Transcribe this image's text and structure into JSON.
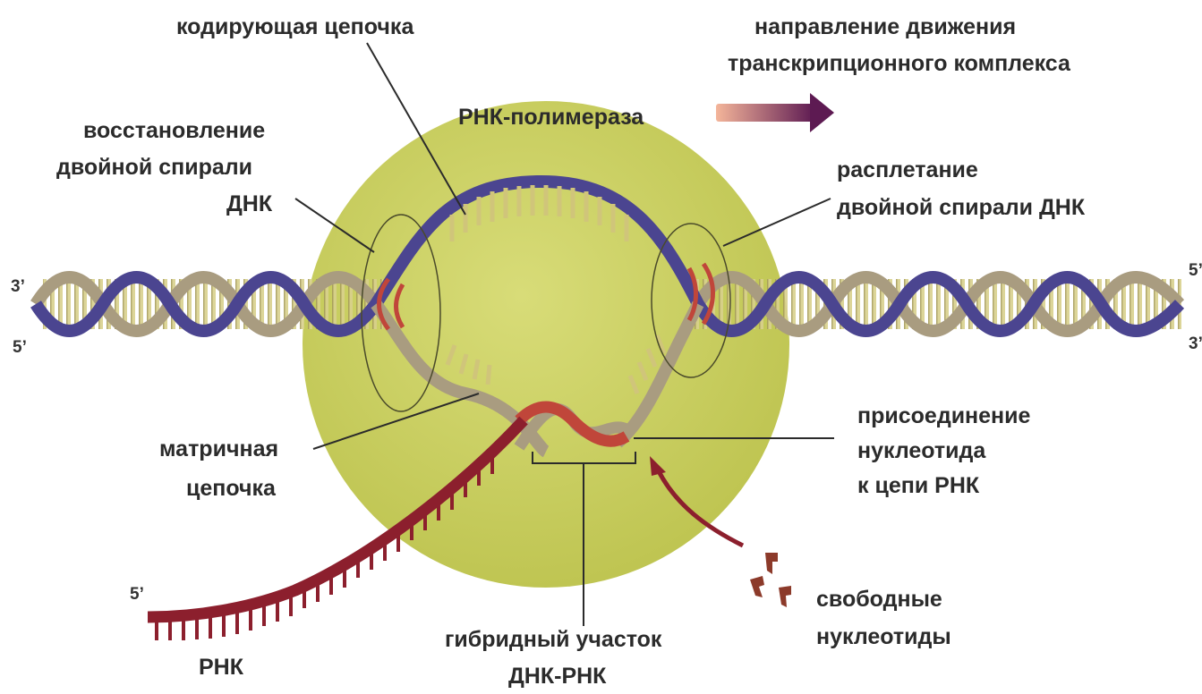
{
  "labels": {
    "coding_strand": "кодирующая цепочка",
    "direction_line1": "направление движения",
    "direction_line2": "транскрипционного комплекса",
    "polymerase": "РНК-полимераза",
    "restore_line1": "восстановление",
    "restore_line2": "двойной спирали",
    "restore_line3": "ДНК",
    "unwind_line1": "расплетание",
    "unwind_line2": "двойной спирали ДНК",
    "template_line1": "матричная",
    "template_line2": "цепочка",
    "attach_line1": "присоединение",
    "attach_line2": "нуклеотида",
    "attach_line3": "к цепи РНК",
    "free_line1": "свободные",
    "free_line2": "нуклеотиды",
    "hybrid_line1": "гибридный участок",
    "hybrid_line2": "ДНК-РНК",
    "rna": "РНК"
  },
  "ends": {
    "left_top": "3’",
    "left_bottom": "5’",
    "right_top": "5’",
    "right_bottom": "3’",
    "rna_end": "5’"
  },
  "colors": {
    "polymerase": "#cdd264",
    "coding_strand": "#4b4590",
    "template_strand": "#a89a7e",
    "rungs": "#d6cf8a",
    "rna": "#8c1f2d",
    "arrow_dark": "#6a1e4e",
    "arrow_light": "#f0a98e"
  }
}
